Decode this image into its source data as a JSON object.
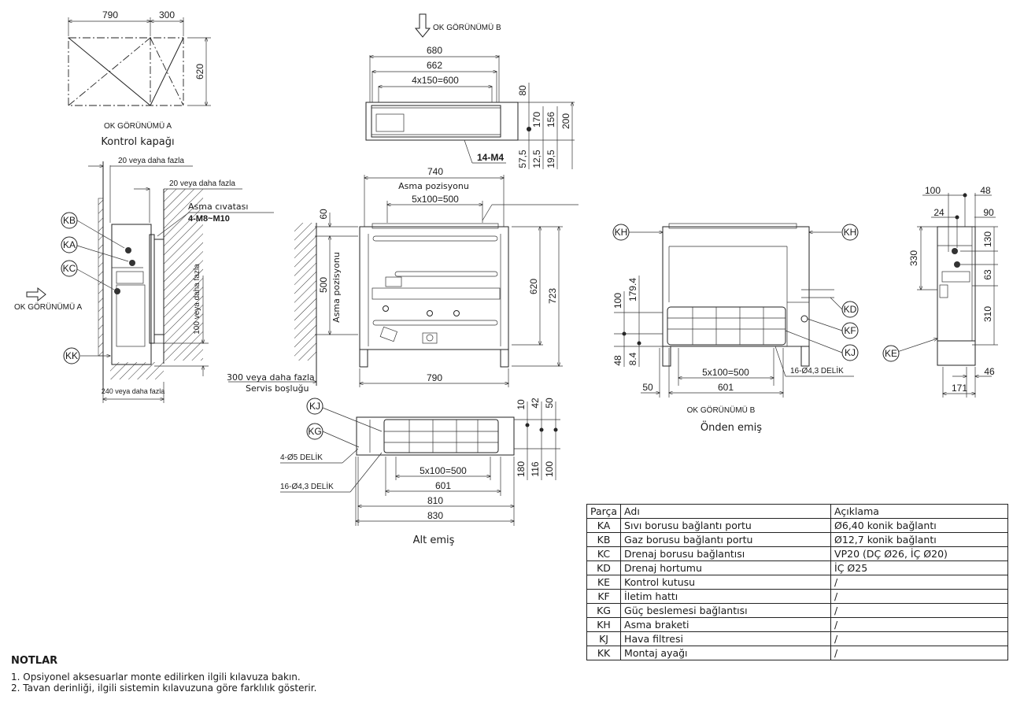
{
  "views": {
    "control_cover": {
      "dims": {
        "width_a": "790",
        "width_b": "300",
        "height": "620"
      },
      "view_label": "OK GÖRÜNÜMÜ A",
      "caption": "Kontrol kapağı"
    },
    "side_install": {
      "clearance_top_1": "20 veya daha fazla",
      "clearance_top_2": "20 veya daha fazla",
      "bolt_label": "Asma cıvatası",
      "bolt_spec": "4-M8~M10",
      "clearance_bottom": "100 veya daha fazla",
      "clearance_width": "240 veya daha fazla",
      "arrow_label": "OK GÖRÜNÜMÜ A",
      "tags": [
        "KB",
        "KA",
        "KC",
        "KK"
      ]
    },
    "top_view": {
      "arrow_label": "OK GÖRÜNÜMÜ B",
      "dims": {
        "d680": "680",
        "d662": "662",
        "pitch": "4x150=600",
        "d80": "80",
        "d170": "170",
        "d156": "156",
        "d200": "200",
        "d57_5": "57,5",
        "d12_5": "12,5",
        "d19_5": "19,5"
      },
      "screw_label": "14-M4"
    },
    "front_view": {
      "width_top": "740",
      "hang_pos_top": "Asma pozisyonu",
      "pitch": "5x100=500",
      "d60": "60",
      "d500": "500",
      "hang_pos_side": "Asma pozisyonu",
      "d620": "620",
      "d723": "723",
      "width_bottom": "790",
      "service_1": "300 veya daha fazla",
      "service_2": "Servis boşluğu"
    },
    "bottom_view": {
      "tags": [
        "KJ",
        "KG"
      ],
      "hole_a": "4-Ø5 DELİK",
      "hole_b": "16-Ø4,3 DELİK",
      "dims": {
        "pitch": "5x100=500",
        "d601": "601",
        "d810": "810",
        "d830": "830",
        "d10": "10",
        "d42": "42",
        "d50": "50",
        "d180": "180",
        "d116": "116",
        "d100": "100"
      },
      "caption": "Alt emiş"
    },
    "rear_view": {
      "tags": [
        "KH",
        "KH",
        "KD",
        "KF",
        "KJ"
      ],
      "dims": {
        "d179_4": "179.4",
        "d100": "100",
        "d48": "48",
        "d8_4": "8.4",
        "pitch": "5x100=500",
        "d50": "50",
        "d601": "601"
      },
      "hole": "16-Ø4,3 DELİK",
      "view_label": "OK GÖRÜNÜMÜ B",
      "caption": "Önden emiş"
    },
    "right_view": {
      "tag": "KE",
      "dims": {
        "d100": "100",
        "d48": "48",
        "d24": "24",
        "d90": "90",
        "d330": "330",
        "d130": "130",
        "d63": "63",
        "d310": "310",
        "d46": "46",
        "d171": "171"
      }
    }
  },
  "parts_table": {
    "headers": [
      "Parça",
      "Adı",
      "Açıklama"
    ],
    "rows": [
      [
        "KA",
        "Sıvı borusu bağlantı portu",
        "Ø6,40 konik bağlantı"
      ],
      [
        "KB",
        "Gaz borusu bağlantı portu",
        "Ø12,7 konik bağlantı"
      ],
      [
        "KC",
        "Drenaj borusu bağlantısı",
        "VP20 (DÇ Ø26, İÇ Ø20)"
      ],
      [
        "KD",
        "Drenaj hortumu",
        "İÇ Ø25"
      ],
      [
        "KE",
        "Kontrol kutusu",
        "/"
      ],
      [
        "KF",
        "İletim hattı",
        "/"
      ],
      [
        "KG",
        "Güç beslemesi bağlantısı",
        "/"
      ],
      [
        "KH",
        "Asma braketi",
        "/"
      ],
      [
        "KJ",
        "Hava filtresi",
        "/"
      ],
      [
        "KK",
        "Montaj ayağı",
        "/"
      ]
    ]
  },
  "notes": {
    "title": "NOTLAR",
    "items": [
      "1. Opsiyonel aksesuarlar monte edilirken ilgili kılavuza bakın.",
      "2. Tavan derinliği, ilgili sistemin kılavuzuna göre farklılık gösterir."
    ]
  }
}
